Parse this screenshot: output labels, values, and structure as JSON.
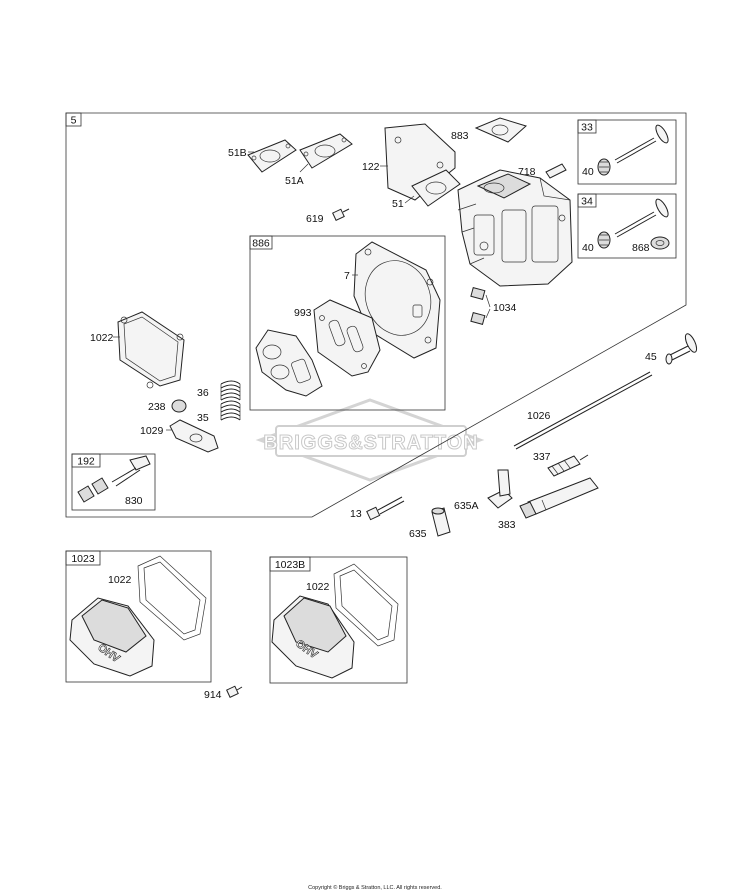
{
  "boxes": {
    "main": "5",
    "head_gasket_set": "886",
    "valve_intake": "33",
    "valve_exhaust": "34",
    "rocker_stud": "192",
    "cover_plain": "1023",
    "cover_ohv": "1023B"
  },
  "labels": {
    "l51b": "51B",
    "l51a": "51A",
    "l122": "122",
    "l51": "51",
    "l883": "883",
    "l718": "718",
    "l619": "619",
    "l7": "7",
    "l993": "993",
    "l1034": "1034",
    "l1022_main": "1022",
    "l36": "36",
    "l238": "238",
    "l35": "35",
    "l1029": "1029",
    "l830": "830",
    "l40_a": "40",
    "l40_b": "40",
    "l868": "868",
    "l45": "45",
    "l1026": "1026",
    "l337": "337",
    "l13": "13",
    "l635a": "635A",
    "l635": "635",
    "l383": "383",
    "l1022_cover1": "1022",
    "l1022_cover2": "1022",
    "l914": "914"
  },
  "cover_text": {
    "ohv_plain": "OHV",
    "ohv_logo": "OHV"
  },
  "watermark": "BRIGGS&STRATTON",
  "copyright": "Copyright © Briggs & Stratton, LLC. All rights reserved."
}
